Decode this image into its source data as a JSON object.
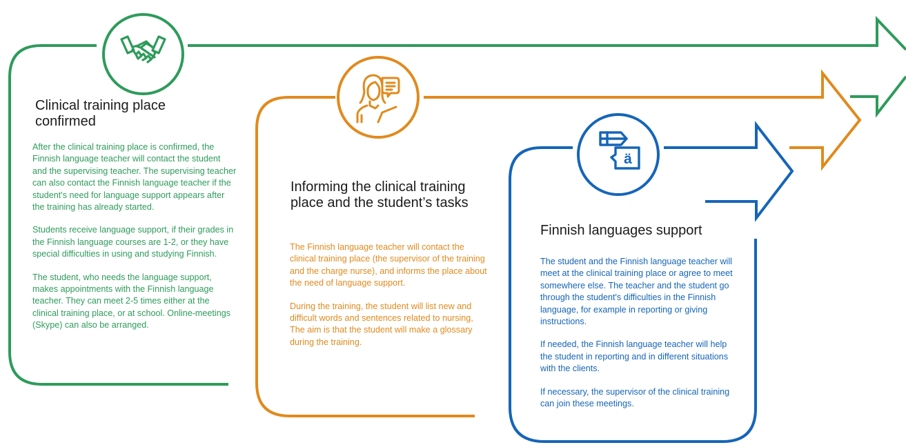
{
  "colors": {
    "green": "#2e9b5b",
    "orange": "#e08a1e",
    "blue": "#1565b8"
  },
  "steps": [
    {
      "icon": "handshake-icon",
      "title": "Clinical training place confirmed",
      "paragraphs": [
        "After the clinical training place is confirmed, the Finnish language teacher will contact the student and the supervising teacher. The supervising teacher can also contact the Finnish language teacher if the student's need for language support appears after the training has already started.",
        "Students receive language support, if their grades in the Finnish language courses are 1-2, or they have special difficulties in using and studying Finnish.",
        "The student, who needs the language support, makes appointments with the Finnish language teacher. They can meet 2-5 times either at the clinical training place, or at school. Online-meetings (Skype) can also be arranged."
      ]
    },
    {
      "icon": "speaking-person-icon",
      "title": "Informing the clinical training place and the student’s tasks",
      "paragraphs": [
        "The Finnish language teacher will contact the clinical training place (the supervisor of the training and the charge nurse), and informs the place about the need of language support.",
        "During the training, the student will list new and difficult words and sentences related to nursing, The aim is that the student will make a glossary during the training."
      ]
    },
    {
      "icon": "finnish-language-icon",
      "icon_letter": "ä",
      "title": "Finnish languages support",
      "paragraphs": [
        "The student and the Finnish language teacher will meet at the clinical training place or agree to meet somewhere else. The teacher and the student go through the student's difficulties in the Finnish language, for example in reporting or giving instructions.",
        "If needed, the Finnish language teacher will help the student in reporting and in different situations with the clients.",
        "If necessary, the supervisor of the clinical training can join these meetings."
      ]
    }
  ]
}
